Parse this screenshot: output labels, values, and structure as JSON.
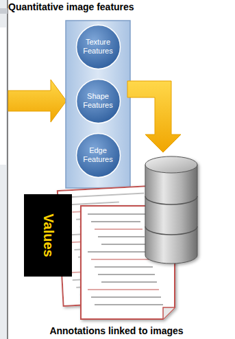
{
  "diagram": {
    "title": "Quantitative image features",
    "nodes": [
      {
        "text": [
          "Texture Features"
        ]
      },
      {
        "text": [
          "Shape Features"
        ]
      },
      {
        "text": [
          "Edge Features"
        ]
      },
      {
        "text": [
          "Values"
        ]
      }
    ],
    "labels": [
      "Annotations linked to images"
    ]
  }
}
